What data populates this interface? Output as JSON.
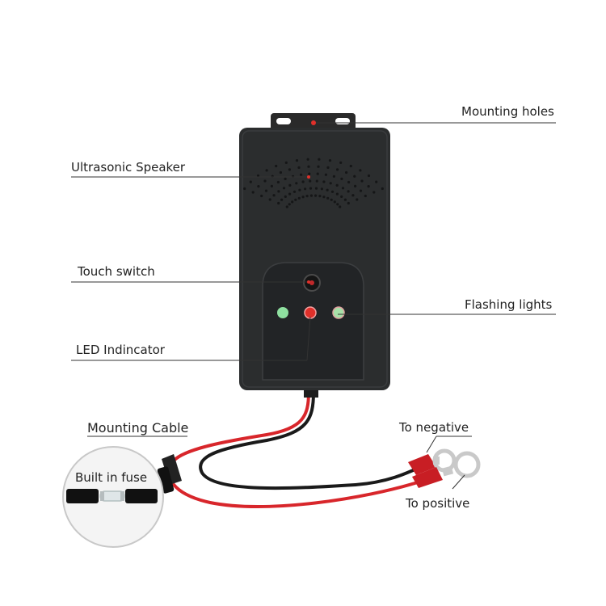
{
  "labels": {
    "mounting_holes": "Mounting holes",
    "ultrasonic_speaker": "Ultrasonic Speaker",
    "touch_switch": "Touch switch",
    "flashing_lights": "Flashing lights",
    "led_indicator": "LED Indincator",
    "mounting_cable": "Mounting Cable",
    "built_in_fuse": "Built in fuse",
    "to_negative": "To negative",
    "to_positive": "To positive"
  },
  "colors": {
    "device_body": "#2b2d2e",
    "panel": "#222426",
    "wire_red": "#d8262b",
    "wire_black": "#1a1a1a",
    "led_green": "#8fe0a0",
    "led_red": "#e0302a",
    "terminal_red": "#c81e24",
    "ring_metal": "#c9c9c9"
  }
}
